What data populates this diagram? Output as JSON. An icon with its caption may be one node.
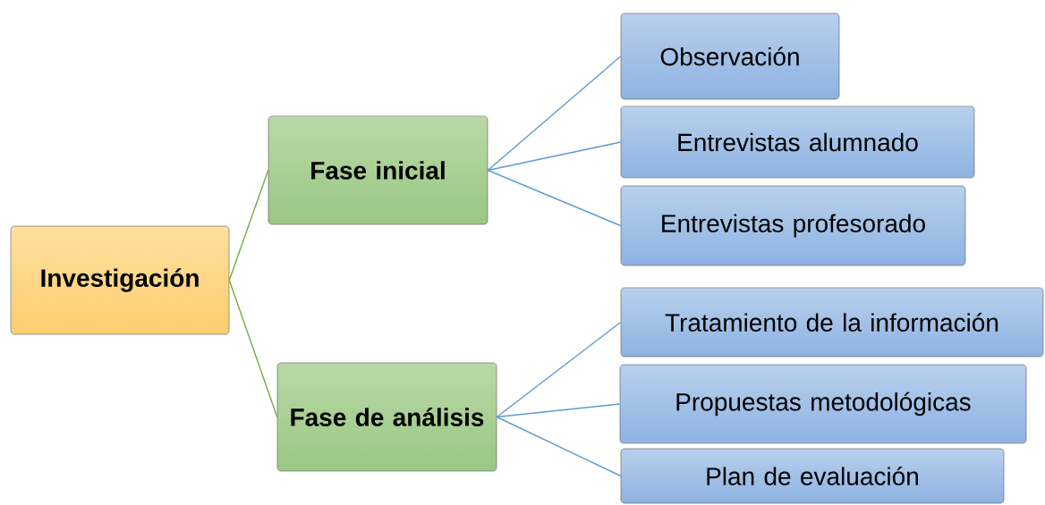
{
  "diagram": {
    "nodes": [
      {
        "text": [
          "Investigación"
        ]
      },
      {
        "text": [
          "Fase inicial"
        ]
      },
      {
        "text": [
          "Observación"
        ]
      },
      {
        "text": [
          "Entrevistas alumnado"
        ]
      },
      {
        "text": [
          "Entrevistas profesorado"
        ]
      },
      {
        "text": [
          "Fase de análisis"
        ]
      },
      {
        "text": [
          "Tratamiento de la información"
        ]
      },
      {
        "text": [
          "Propuestas metodológicas"
        ]
      },
      {
        "text": [
          "Plan de evaluación"
        ]
      }
    ],
    "edges": [
      {
        "from": 0,
        "to": 1,
        "arrow": "none",
        "color": "#70ad47"
      },
      {
        "from": 0,
        "to": 5,
        "arrow": "none",
        "color": "#70ad47"
      },
      {
        "from": 1,
        "to": 2,
        "arrow": "none"
      },
      {
        "from": 1,
        "to": 3,
        "arrow": "none"
      },
      {
        "from": 1,
        "to": 4,
        "arrow": "none"
      },
      {
        "from": 5,
        "to": 6,
        "arrow": "none"
      },
      {
        "from": 5,
        "to": 7,
        "arrow": "none"
      },
      {
        "from": 5,
        "to": 8,
        "arrow": "none"
      }
    ]
  }
}
